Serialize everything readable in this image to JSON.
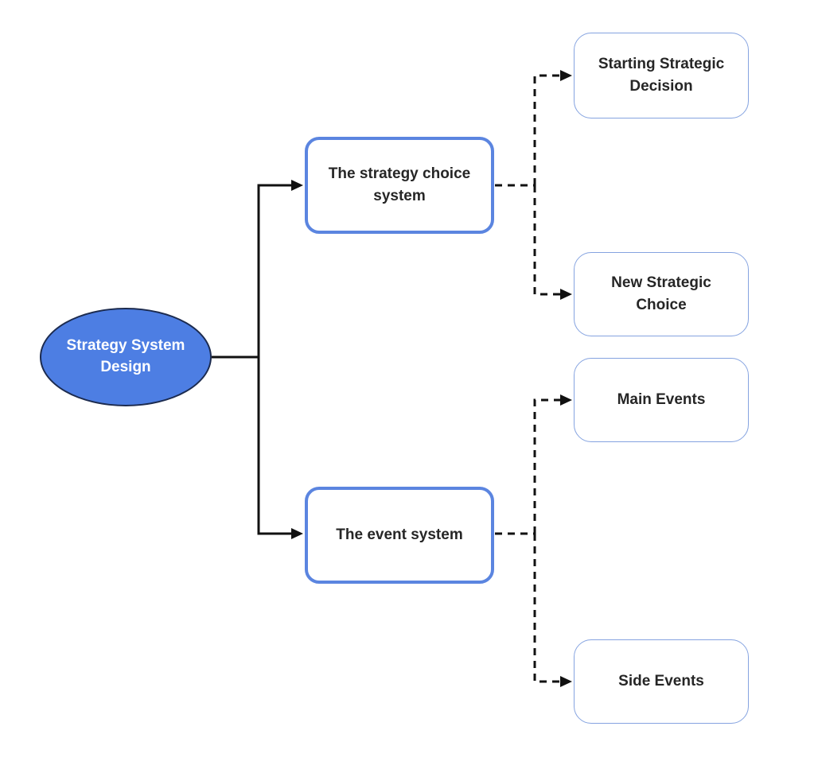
{
  "colors": {
    "root-fill": "#4d7ee3",
    "root-stroke": "#1c2b4f",
    "branch-stroke": "#5b85e0",
    "leaf-stroke": "#85a3e0",
    "wire": "#111111",
    "text-dark": "#262626",
    "root-text": "#ffffff",
    "background": "#ffffff"
  },
  "diagram": {
    "type": "flowchart-mindmap",
    "root": {
      "label": "Strategy System Design"
    },
    "branches": [
      {
        "label": "The strategy choice system",
        "connector_style": "dashed-arrow",
        "children": [
          {
            "label": "Starting Strategic Decision"
          },
          {
            "label": "New Strategic Choice"
          }
        ]
      },
      {
        "label": "The event system",
        "connector_style": "dashed-arrow",
        "children": [
          {
            "label": "Main Events"
          },
          {
            "label": "Side Events"
          }
        ]
      }
    ],
    "root_connector_style": "solid-arrow"
  }
}
